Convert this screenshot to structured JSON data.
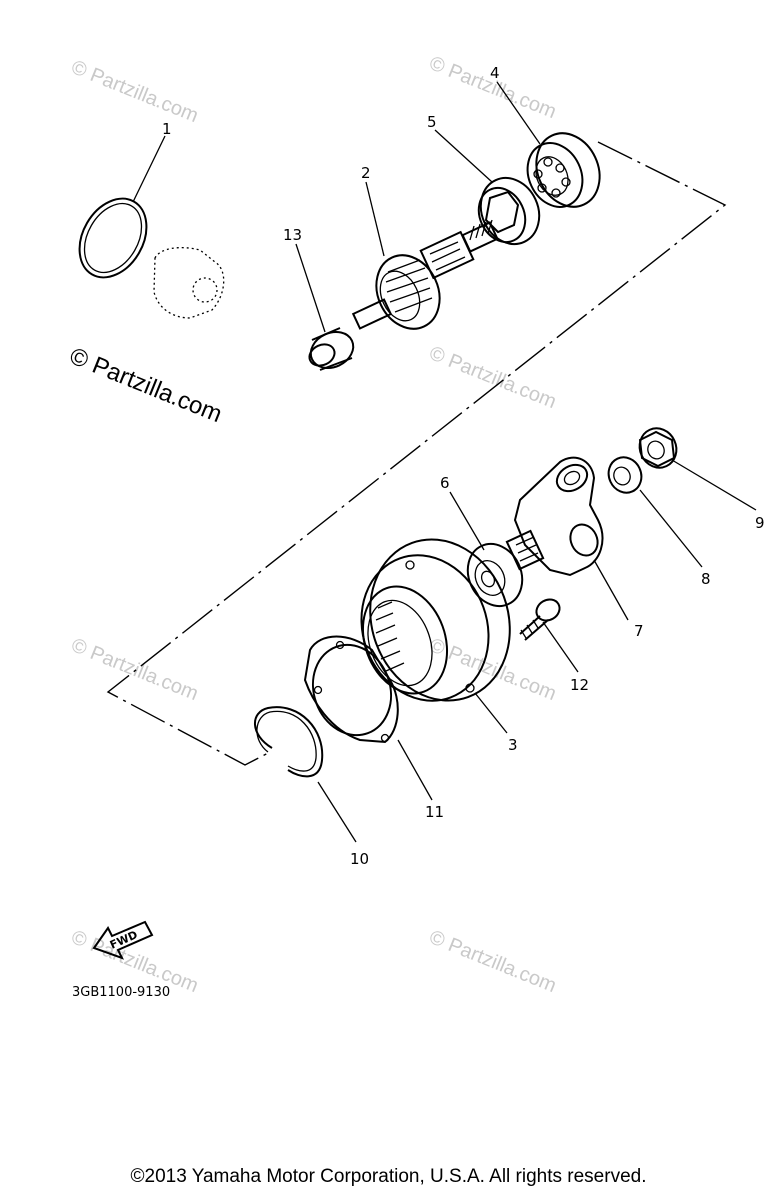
{
  "watermark": {
    "text": "© Partzilla.com"
  },
  "callouts": {
    "c1": "1",
    "c2": "2",
    "c3": "3",
    "c4": "4",
    "c5": "5",
    "c6": "6",
    "c7": "7",
    "c8": "8",
    "c9": "9",
    "c10": "10",
    "c11": "11",
    "c12": "12",
    "c13": "13"
  },
  "fwd_label": "FWD",
  "part_code": "3GB1100-9130",
  "footer": "©2013 Yamaha Motor Corporation, U.S.A. All rights reserved."
}
